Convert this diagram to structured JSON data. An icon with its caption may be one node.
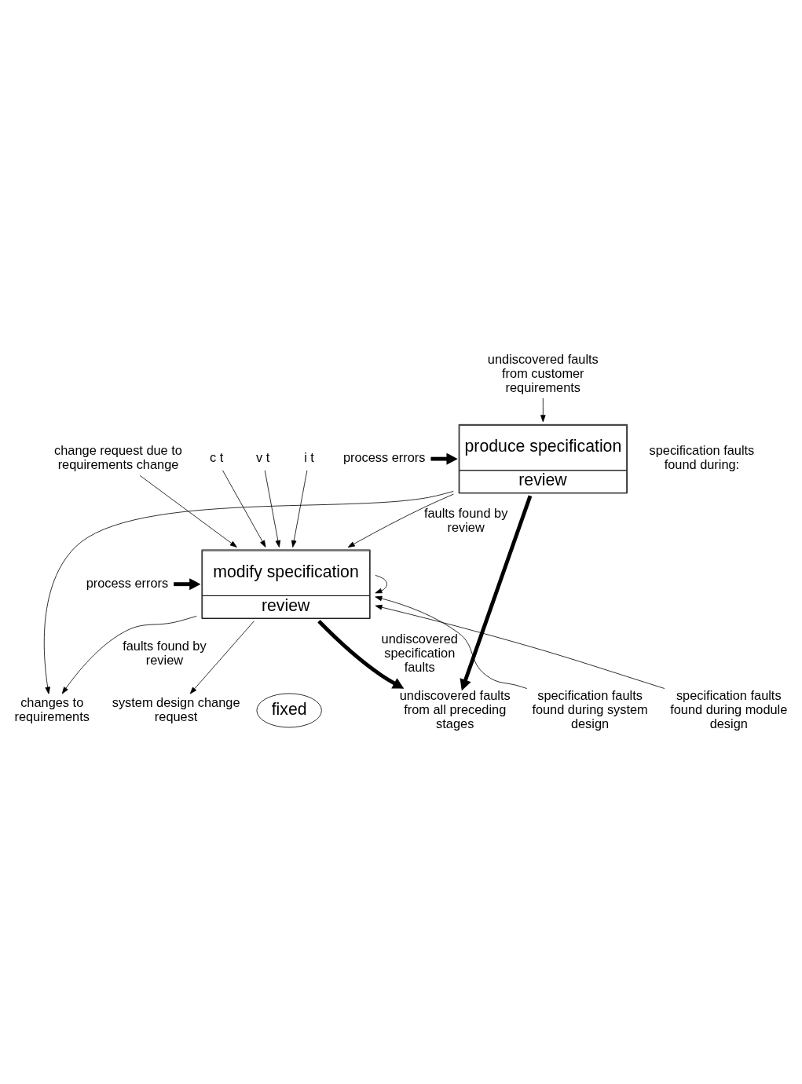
{
  "diagram": {
    "nodes": [
      {
        "text": [
          "undiscovered faults from customer requirements"
        ]
      },
      {
        "text": [
          "change request due to requirements change"
        ]
      },
      {
        "text": [
          "changes to requirements"
        ]
      },
      {
        "text": [
          "produce specification",
          "review"
        ]
      },
      {
        "text": [
          "process errors"
        ]
      },
      {
        "text": [
          "c t"
        ]
      },
      {
        "text": [
          "v t"
        ]
      },
      {
        "text": [
          "i t"
        ]
      },
      {
        "text": [
          "process errors"
        ]
      },
      {
        "text": [
          "modify specification",
          "review"
        ]
      },
      {
        "text": [
          "fixed"
        ]
      },
      {
        "text": [
          "undiscovered faults from all preceding stages"
        ]
      },
      {
        "text": [
          "system design change request"
        ]
      },
      {
        "text": [
          "specification faults found during system design"
        ]
      },
      {
        "text": [
          "specification faults found during module design"
        ]
      }
    ],
    "edges": [
      {
        "from": 0,
        "to": 3,
        "arrow": "to"
      },
      {
        "from": 1,
        "to": 9,
        "arrow": "to"
      },
      {
        "from": 3,
        "to": 2,
        "arrow": "to"
      },
      {
        "from": 4,
        "to": 3,
        "arrow": "to",
        "style": "thick"
      },
      {
        "from": 3,
        "to": 9,
        "arrow": "to",
        "label": "faults found by review"
      },
      {
        "from": 3,
        "to": 11,
        "arrow": "to",
        "style": "thick"
      },
      {
        "from": 5,
        "to": 9,
        "arrow": "to"
      },
      {
        "from": 6,
        "to": 9,
        "arrow": "to"
      },
      {
        "from": 7,
        "to": 9,
        "arrow": "to"
      },
      {
        "from": 8,
        "to": 9,
        "arrow": "to",
        "style": "thick"
      },
      {
        "from": 9,
        "to": 9,
        "arrow": "to"
      },
      {
        "from": 9,
        "to": 2,
        "arrow": "to",
        "label": "faults found by review"
      },
      {
        "from": 9,
        "to": 11,
        "arrow": "to",
        "style": "thick",
        "label": "undiscovered specification faults"
      },
      {
        "from": 9,
        "to": 12,
        "arrow": "to"
      },
      {
        "from": 13,
        "to": 9,
        "arrow": "to"
      },
      {
        "from": 14,
        "to": 9,
        "arrow": "to"
      }
    ],
    "labels": [
      "specification faults found during:"
    ]
  }
}
